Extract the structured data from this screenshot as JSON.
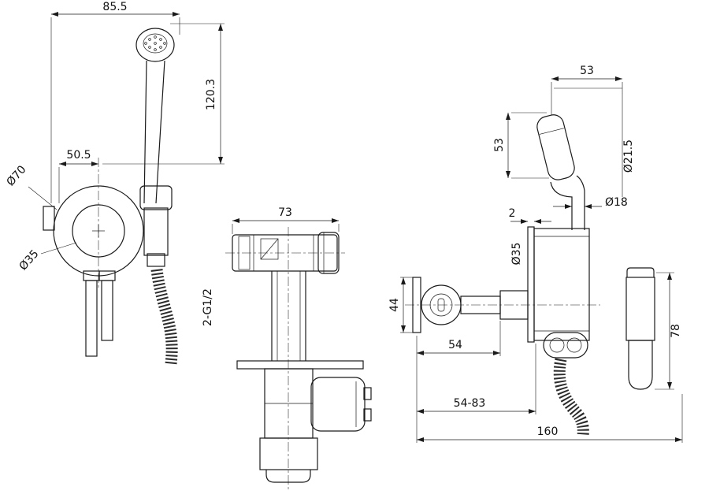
{
  "front_view": {
    "top_width": "85.5",
    "overall_height": "120.3",
    "center_offset": "50.5",
    "outer_diameter": "Ø70",
    "inner_diameter": "Ø35"
  },
  "side_view": {
    "body_width": "73",
    "thread_spec": "2-G1/2"
  },
  "install_view": {
    "head_offset": "53",
    "head_height": "53",
    "hose_diameter": "Ø21.5",
    "pipe_diameter": "Ø18",
    "plate_thickness": "2",
    "body_diameter": "Ø35",
    "bracket_height": "44",
    "wall_to_valve": "54",
    "adjust_range": "54-83",
    "total_depth": "160",
    "handle_length": "78"
  }
}
